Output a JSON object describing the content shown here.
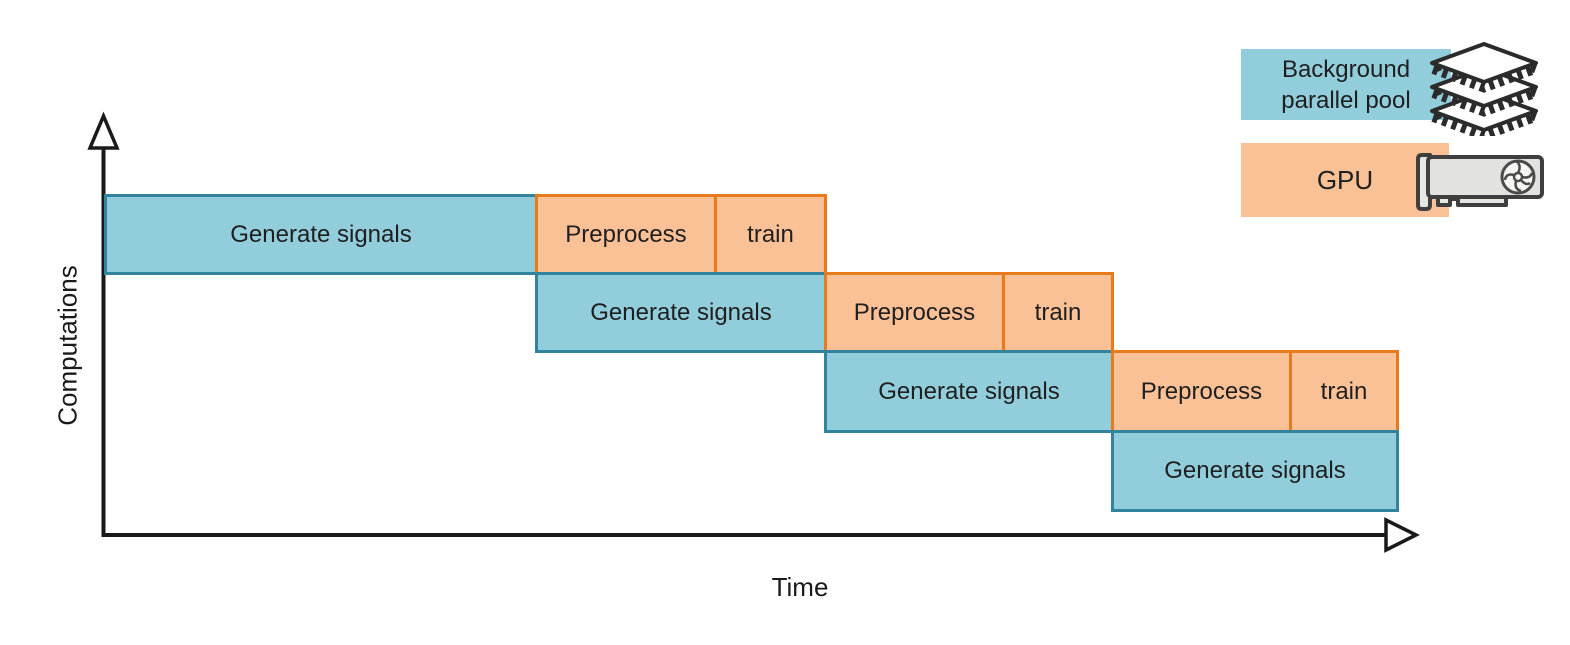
{
  "diagram": {
    "y_axis_label": "Computations",
    "x_axis_label": "Time",
    "rows": [
      {
        "blocks": [
          {
            "label": "Generate signals",
            "resource": "pool"
          },
          {
            "label": "Preprocess",
            "resource": "gpu"
          },
          {
            "label": "train",
            "resource": "gpu"
          }
        ]
      },
      {
        "blocks": [
          {
            "label": "Generate signals",
            "resource": "pool"
          },
          {
            "label": "Preprocess",
            "resource": "gpu"
          },
          {
            "label": "train",
            "resource": "gpu"
          }
        ]
      },
      {
        "blocks": [
          {
            "label": "Generate signals",
            "resource": "pool"
          },
          {
            "label": "Preprocess",
            "resource": "gpu"
          },
          {
            "label": "train",
            "resource": "gpu"
          }
        ]
      },
      {
        "blocks": [
          {
            "label": "Generate signals",
            "resource": "pool"
          }
        ]
      }
    ]
  },
  "legend": {
    "pool": {
      "label_line1": "Background",
      "label_line2": "parallel pool",
      "color": "#92CDDC",
      "icon": "chip-stack-icon"
    },
    "gpu": {
      "label": "GPU",
      "color": "#FAC096",
      "icon": "gpu-card-icon"
    }
  },
  "colors": {
    "pool_fill": "#92CDDC",
    "pool_border": "#31849B",
    "gpu_fill": "#FAC096",
    "gpu_border": "#E87A1E",
    "axis": "#1A1A1A",
    "text": "#1F1F1F"
  }
}
